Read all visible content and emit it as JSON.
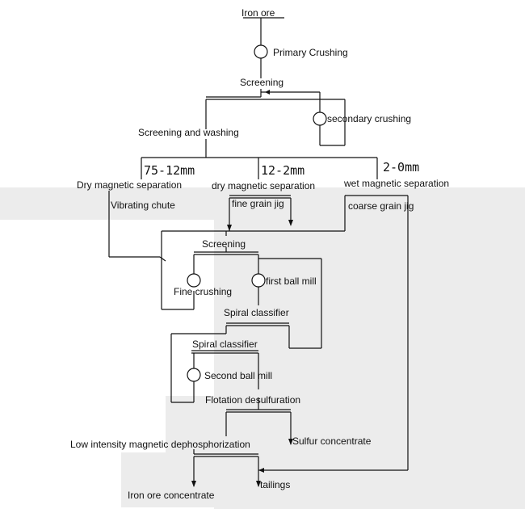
{
  "flowchart": {
    "iron_ore": "Iron ore",
    "primary_crushing": "Primary Crushing",
    "screening_top": "Screening",
    "secondary_crushing": "secondary crushing",
    "screening_washing": "Screening and washing",
    "size_75_12": "75-12mm",
    "size_12_2": "12-2mm",
    "size_2_0": "2-0mm",
    "dry_mag_sep_1": "Dry magnetic separation",
    "dry_mag_sep_2": "dry magnetic separation",
    "wet_mag_sep": "wet magnetic separation",
    "vibrating_chute": "Vibrating chute",
    "fine_grain_jig": "fine grain jig",
    "coarse_grain_jig": "coarse grain jig",
    "screening_mid": "Screening",
    "fine_crushing": "Fine crushing",
    "first_ball_mill": "first ball mill",
    "spiral_classifier_1": "Spiral classifier",
    "spiral_classifier_2": "Spiral classifier",
    "second_ball_mill": "Second ball mill",
    "flotation": "Flotation desulfuration",
    "low_intensity": "Low intensity magnetic dephosphorization",
    "sulfur_concentrate": "Sulfur concentrate",
    "iron_ore_concentrate": "Iron ore concentrate",
    "tailings": "tailings"
  },
  "colors": {
    "line": "#111111",
    "background_panel": "#ececec"
  }
}
